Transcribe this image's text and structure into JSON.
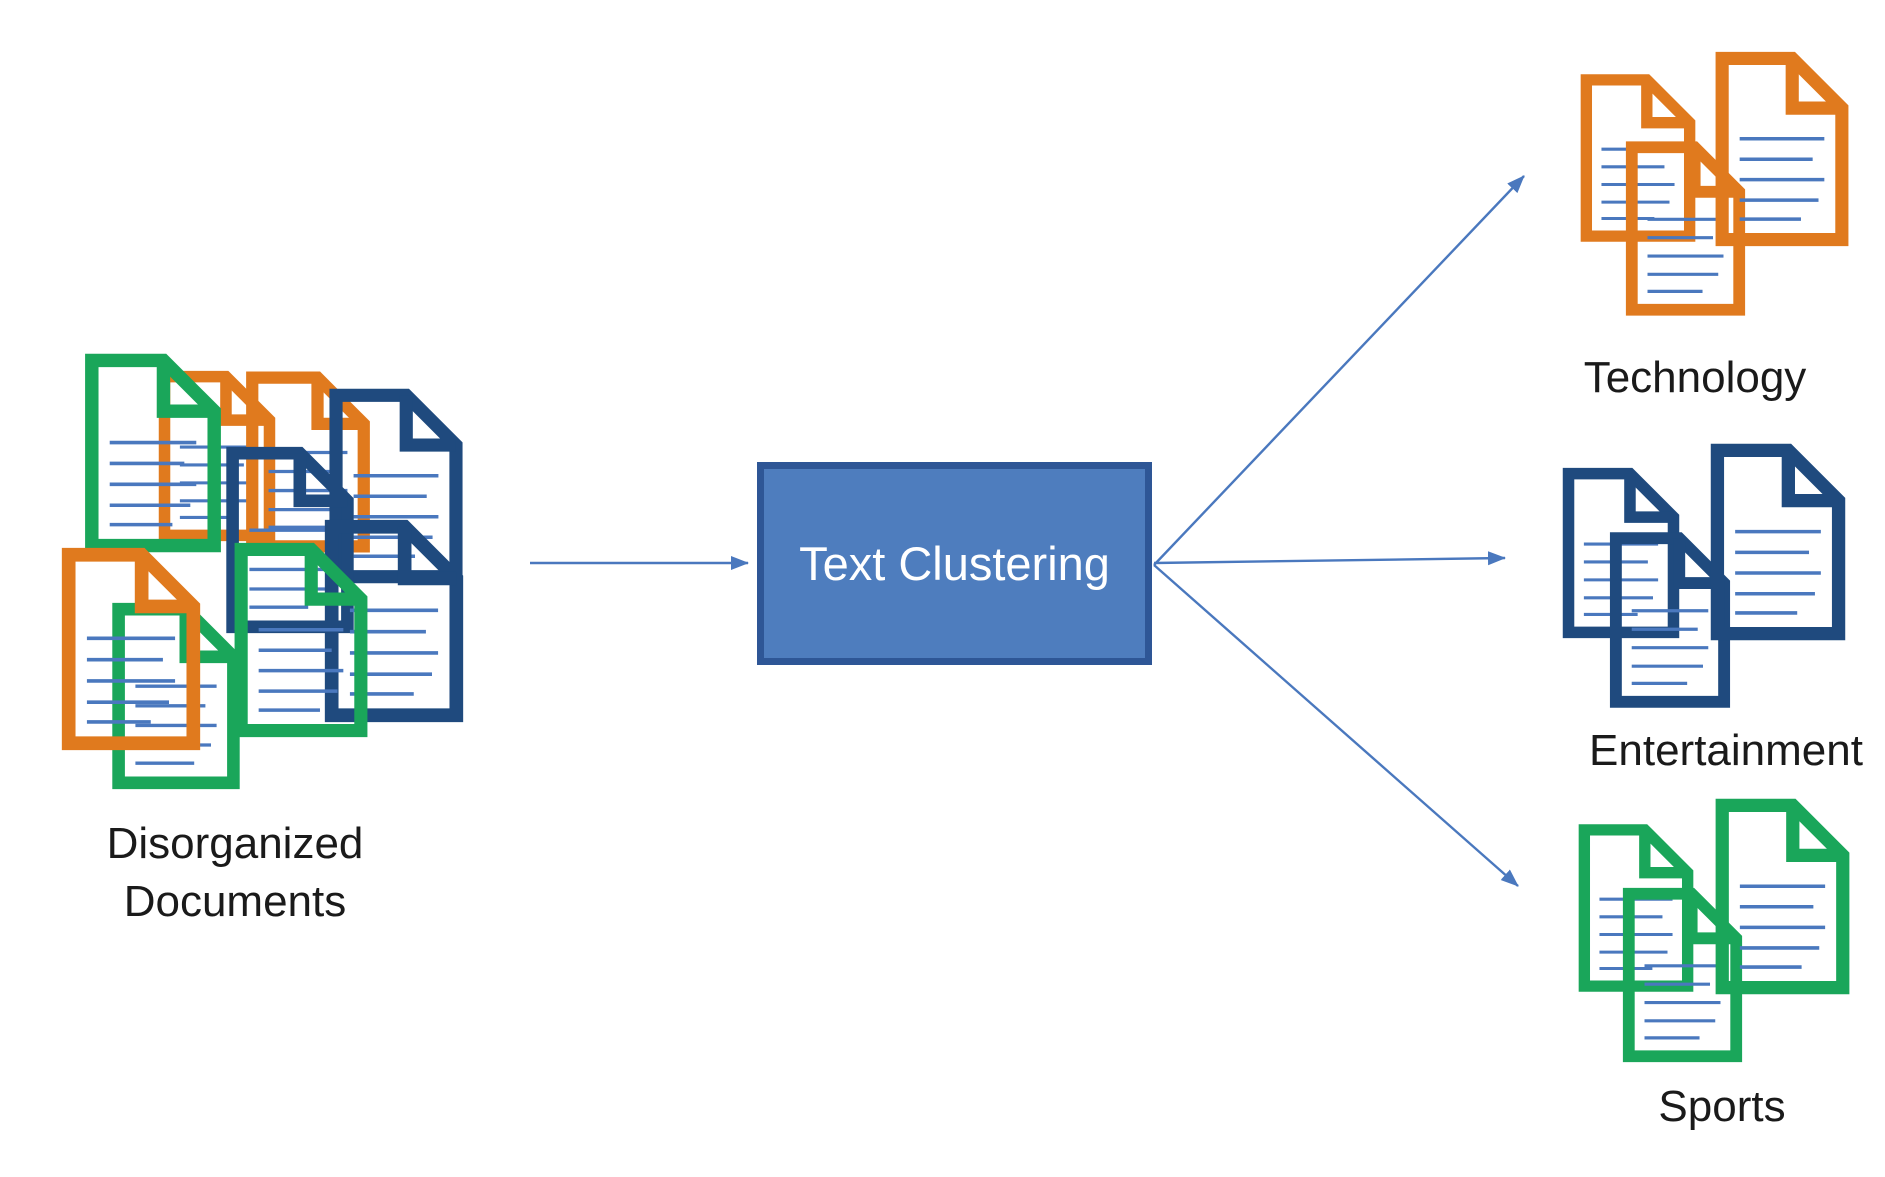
{
  "diagram": {
    "source": {
      "label": "Disorganized Documents"
    },
    "process": {
      "label": "Text Clustering"
    },
    "clusters": [
      {
        "id": "technology",
        "label": "Technology",
        "color": "#E07A1E"
      },
      {
        "id": "entertainment",
        "label": "Entertainment",
        "color": "#1F4A7E"
      },
      {
        "id": "sports",
        "label": "Sports",
        "color": "#1AA65A"
      }
    ],
    "arrows": [
      {
        "from": "disorganized-documents",
        "to": "text-clustering"
      },
      {
        "from": "text-clustering",
        "to": "technology"
      },
      {
        "from": "text-clustering",
        "to": "entertainment"
      },
      {
        "from": "text-clustering",
        "to": "sports"
      }
    ],
    "colors": {
      "doc-orange": "#E07A1E",
      "doc-green": "#1AA65A",
      "doc-navy": "#1F4A7E",
      "box-fill": "#4E7DBE",
      "box-border": "#2E5696",
      "box-text": "#FFFFFF",
      "arrow": "#4A78BE",
      "label-text": "#1A1A1A"
    }
  }
}
